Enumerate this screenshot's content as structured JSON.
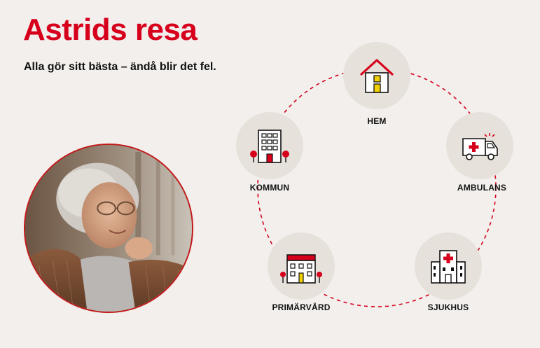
{
  "title": "Astrids resa",
  "subtitle": "Alla gör sitt bästa – ändå blir det fel.",
  "colors": {
    "accent": "#d6001c",
    "background": "#f2efec",
    "node_circle": "#e7e1db",
    "icon_window": "#f2d000",
    "dashed_line": "#d6001c"
  },
  "portrait": {
    "icon": "elderly-woman-photo"
  },
  "cycle": {
    "nodes": [
      {
        "id": "hem",
        "label": "HEM",
        "icon": "house-icon"
      },
      {
        "id": "ambulans",
        "label": "AMBULANS",
        "icon": "ambulance-icon"
      },
      {
        "id": "sjukhus",
        "label": "SJUKHUS",
        "icon": "hospital-icon"
      },
      {
        "id": "primarvard",
        "label": "PRIMÄRVÅRD",
        "icon": "health-center-icon"
      },
      {
        "id": "kommun",
        "label": "KOMMUN",
        "icon": "municipal-building-icon"
      }
    ]
  }
}
